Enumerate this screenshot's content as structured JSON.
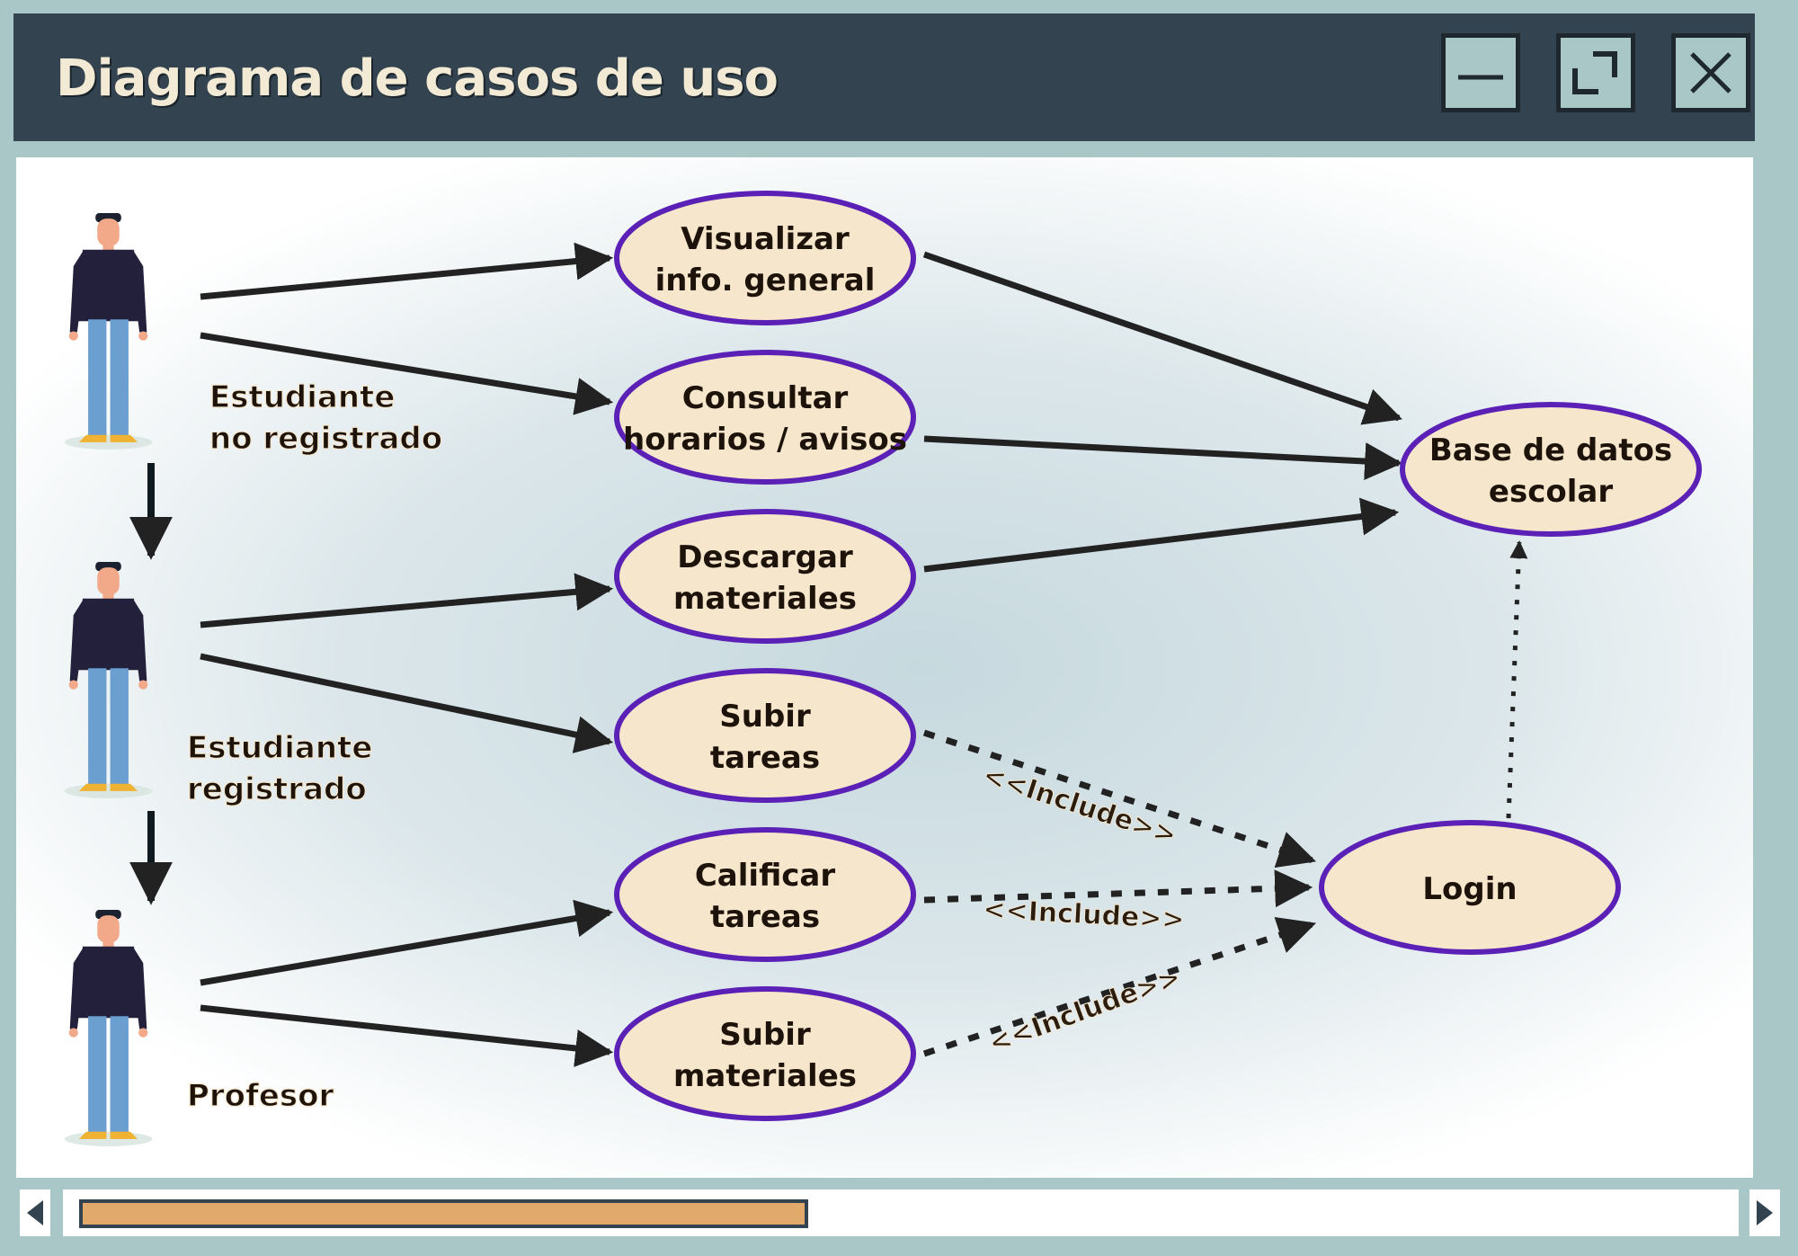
{
  "window": {
    "title": "Diagrama de casos de uso",
    "controls": [
      "minimize-icon",
      "maximize-icon",
      "close-icon"
    ]
  },
  "colors": {
    "titlebar": "#33434f",
    "frame": "#a9c7c7",
    "usecase_fill": "#f5e6cc",
    "usecase_border": "#5b21b6",
    "arrow": "#222222",
    "scroll_thumb": "#e2a96c"
  },
  "actors": [
    {
      "id": "a1",
      "label": "Estudiante\nno registrado",
      "icon": "person-icon"
    },
    {
      "id": "a2",
      "label": "Estudiante\nregistrado",
      "icon": "person-icon"
    },
    {
      "id": "a3",
      "label": "Profesor",
      "icon": "person-icon"
    }
  ],
  "usecases": [
    {
      "id": "u1",
      "label": "Visualizar\ninfo. general"
    },
    {
      "id": "u2",
      "label": "Consultar\nhorarios / avisos"
    },
    {
      "id": "u3",
      "label": "Descargar\nmateriales"
    },
    {
      "id": "u4",
      "label": "Subir\ntareas"
    },
    {
      "id": "u5",
      "label": "Calificar\ntareas"
    },
    {
      "id": "u6",
      "label": "Subir\nmateriales"
    },
    {
      "id": "u7",
      "label": "Base de datos\nescolar"
    },
    {
      "id": "u8",
      "label": "Login"
    }
  ],
  "edges": [
    {
      "from": "a1",
      "to": "u1",
      "style": "solid"
    },
    {
      "from": "a1",
      "to": "u2",
      "style": "solid"
    },
    {
      "from": "a2",
      "to": "u3",
      "style": "solid"
    },
    {
      "from": "a2",
      "to": "u4",
      "style": "solid"
    },
    {
      "from": "a3",
      "to": "u5",
      "style": "solid"
    },
    {
      "from": "a3",
      "to": "u6",
      "style": "solid"
    },
    {
      "from": "u1",
      "to": "u7",
      "style": "solid"
    },
    {
      "from": "u2",
      "to": "u7",
      "style": "solid"
    },
    {
      "from": "u3",
      "to": "u7",
      "style": "solid"
    },
    {
      "from": "u4",
      "to": "u8",
      "style": "dashed",
      "label": "<<Include>>"
    },
    {
      "from": "u5",
      "to": "u8",
      "style": "dashed",
      "label": "<<Include>>"
    },
    {
      "from": "u6",
      "to": "u8",
      "style": "dashed",
      "label": "<<Include>>"
    },
    {
      "from": "u8",
      "to": "u7",
      "style": "dotted"
    },
    {
      "from": "a1",
      "to": "a2",
      "style": "solid"
    },
    {
      "from": "a2",
      "to": "a3",
      "style": "solid"
    }
  ],
  "scrollbar": {
    "position": 0.45
  }
}
